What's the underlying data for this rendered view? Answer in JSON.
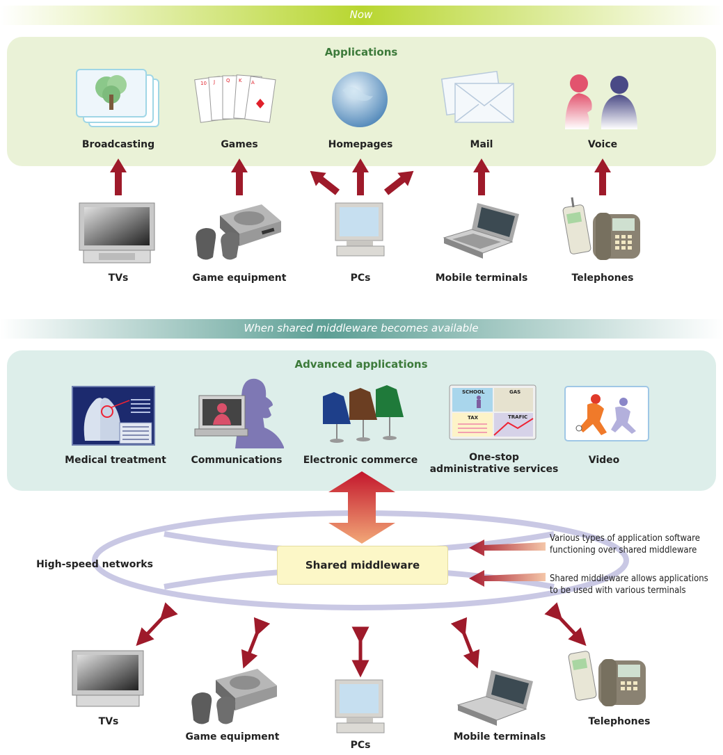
{
  "now_section": {
    "header": "Now",
    "panel_title": "Applications",
    "applications": [
      "Broadcasting",
      "Games",
      "Homepages",
      "Mail",
      "Voice"
    ],
    "terminals": [
      "TVs",
      "Game equipment",
      "PCs",
      "Mobile terminals",
      "Telephones"
    ]
  },
  "future_section": {
    "header": "When shared middleware becomes available",
    "panel_title": "Advanced applications",
    "applications": [
      "Medical treatment",
      "Communications",
      "Electronic commerce",
      "One-stop",
      "administrative services",
      "Video"
    ],
    "icon_text": [
      "SCHOOL",
      "GAS",
      "TAX",
      "TRAFIC"
    ],
    "network_label": "High-speed networks",
    "middleware_label": "Shared middleware",
    "notes": [
      "Various types of application software",
      "functioning over shared middleware",
      "Shared middleware allows applications",
      "to be used with various terminals"
    ],
    "terminals": [
      "TVs",
      "Game equipment",
      "PCs",
      "Mobile terminals",
      "Telephones"
    ]
  },
  "colors": {
    "now_bar": "#b8d630",
    "now_panel": "#eaf2d7",
    "future_bar": "#62a59a",
    "future_panel": "#ddeeea",
    "arrow": "#9e1a2a",
    "ring": "#c9c8e4",
    "middleware_box": "#fcf7c7",
    "title_green": "#3c7a3a"
  }
}
